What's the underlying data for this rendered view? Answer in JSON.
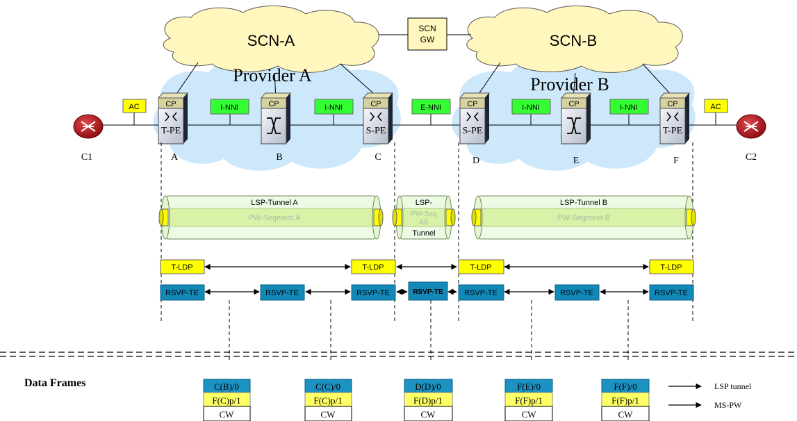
{
  "clouds": {
    "scn_a": "SCN-A",
    "scn_b": "SCN-B"
  },
  "scn_gw": {
    "line1": "SCN",
    "line2": "GW"
  },
  "providers": {
    "a": "Provider A",
    "b": "Provider B"
  },
  "labels": {
    "cp": "CP",
    "ac": "AC",
    "inni": "I-NNI",
    "enni": "E-NNI",
    "t_pe": "T-PE",
    "s_pe": "S-PE"
  },
  "nodes": {
    "a": "A",
    "b": "B",
    "c": "C",
    "d": "D",
    "e": "E",
    "f": "F"
  },
  "customers": {
    "c1": "C1",
    "c2": "C2"
  },
  "tunnels": {
    "a": {
      "title": "LSP-Tunnel A",
      "segment": "PW-Segment A"
    },
    "b": {
      "title": "LSP-Tunnel B",
      "segment": "PW-Segment B"
    },
    "ab": {
      "line1": "LSP-",
      "seg1": "PW-Seg",
      "seg2": "AB",
      "line2": "Tunnel"
    }
  },
  "signaling": {
    "tldp": "T-LDP",
    "rsvp": "RSVP-TE"
  },
  "data_frames": {
    "title": "Data Frames",
    "frames": [
      {
        "top": "C(B)/0",
        "mid": "F(C)p/1",
        "bot": "CW"
      },
      {
        "top": "C(C)/0",
        "mid": "F(C)p/1",
        "bot": "CW"
      },
      {
        "top": "D(D)/0",
        "mid": "F(D)p/1",
        "bot": "CW"
      },
      {
        "top": "F(E)/0",
        "mid": "F(F)p/1",
        "bot": "CW"
      },
      {
        "top": "F(F)/0",
        "mid": "F(F)p/1",
        "bot": "CW"
      }
    ]
  },
  "legend": {
    "lsp_tunnel": "LSP tunnel",
    "ms_pw": "MS-PW"
  },
  "colors": {
    "scn_cloud": "#fff7bd",
    "provider_cloud": "#cde8fb",
    "cp": "#d6d2a0",
    "label_yellow": "#ffff00",
    "label_green": "#33ff33",
    "rsvp_box": "#1289b8",
    "frame_top": "#1c92c3",
    "frame_mid": "#ffff66",
    "tunnel_fill": "#eefbe4",
    "tunnel_band": "#d9f2a8",
    "router": "#b8141a"
  }
}
